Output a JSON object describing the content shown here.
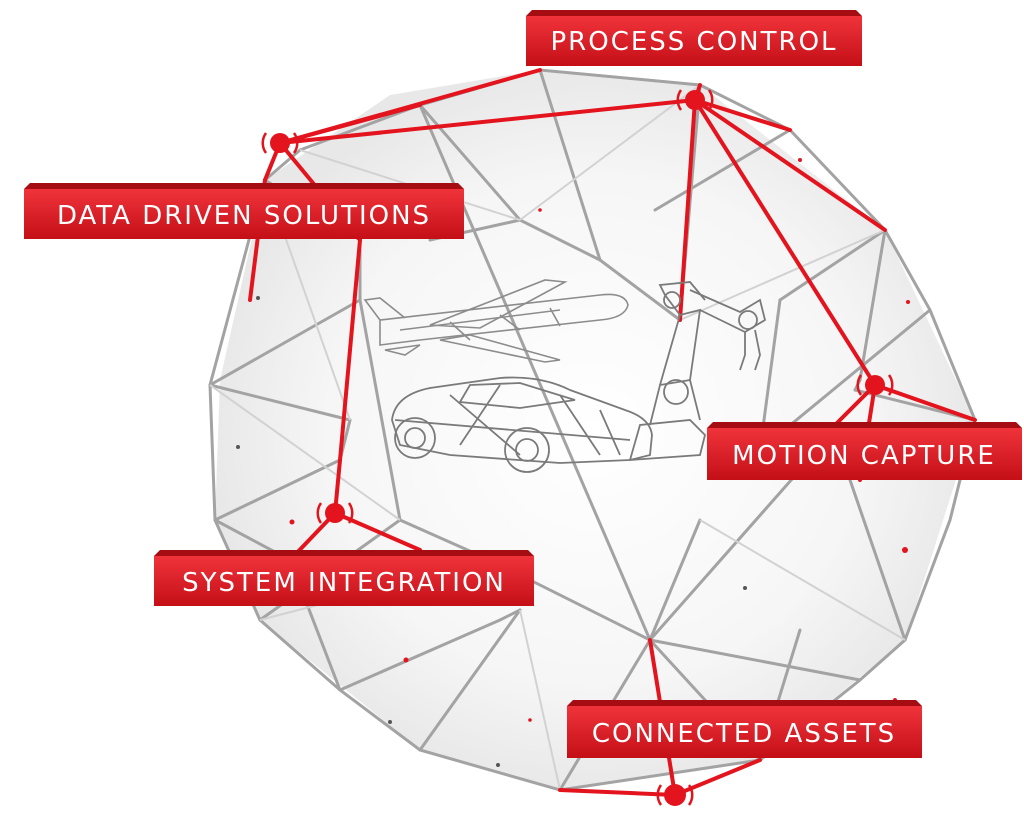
{
  "accent_color": "#e3141d",
  "frame_color": "#9a9a9a",
  "labels": {
    "process_control": "PROCESS CONTROL",
    "data_driven_solutions": "DATA DRIVEN SOLUTIONS",
    "motion_capture": "MOTION CAPTURE",
    "system_integration": "SYSTEM INTEGRATION",
    "connected_assets": "CONNECTED ASSETS"
  },
  "illustrations": [
    "airplane",
    "car",
    "robot-arm"
  ]
}
